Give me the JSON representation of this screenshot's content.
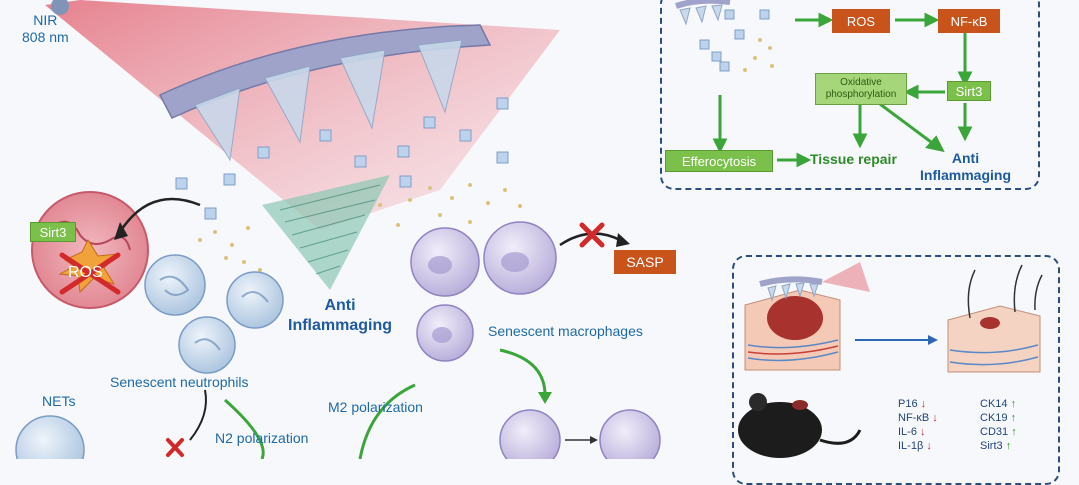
{
  "laser": {
    "label_line1": "NIR",
    "label_line2": "808 nm"
  },
  "left": {
    "sirt3": "Sirt3",
    "ros": "ROS",
    "anti_line1": "Anti",
    "anti_line2": "Inflammaging",
    "senescent_neutrophils": "Senescent neutrophils",
    "nets": "NETs",
    "n2": "N2 polarization",
    "m2": "M2 polarization",
    "senescent_macrophages": "Senescent macrophages",
    "sasp": "SASP"
  },
  "mechanism": {
    "ros": "ROS",
    "nfkb": "NF-κB",
    "sirt3": "Sirt3",
    "oxphos_line1": "Oxidative",
    "oxphos_line2": "phosphorylation",
    "efferocytosis": "Efferocytosis",
    "tissue_repair": "Tissue repair",
    "anti_line1": "Anti",
    "anti_line2": "Inflammaging"
  },
  "markers": {
    "down": [
      "P16",
      "NF-κB",
      "IL-6",
      "IL-1β"
    ],
    "up": [
      "CK14",
      "CK19",
      "CD31",
      "Sirt3"
    ]
  },
  "colors": {
    "accent_blue": "#1e6aa8",
    "orange_box": "#c8541c",
    "green_box": "#7cc04c",
    "panel_border": "#2b4e7e",
    "up_arrow": "#2f9a2a",
    "down_arrow": "#c0302a"
  }
}
